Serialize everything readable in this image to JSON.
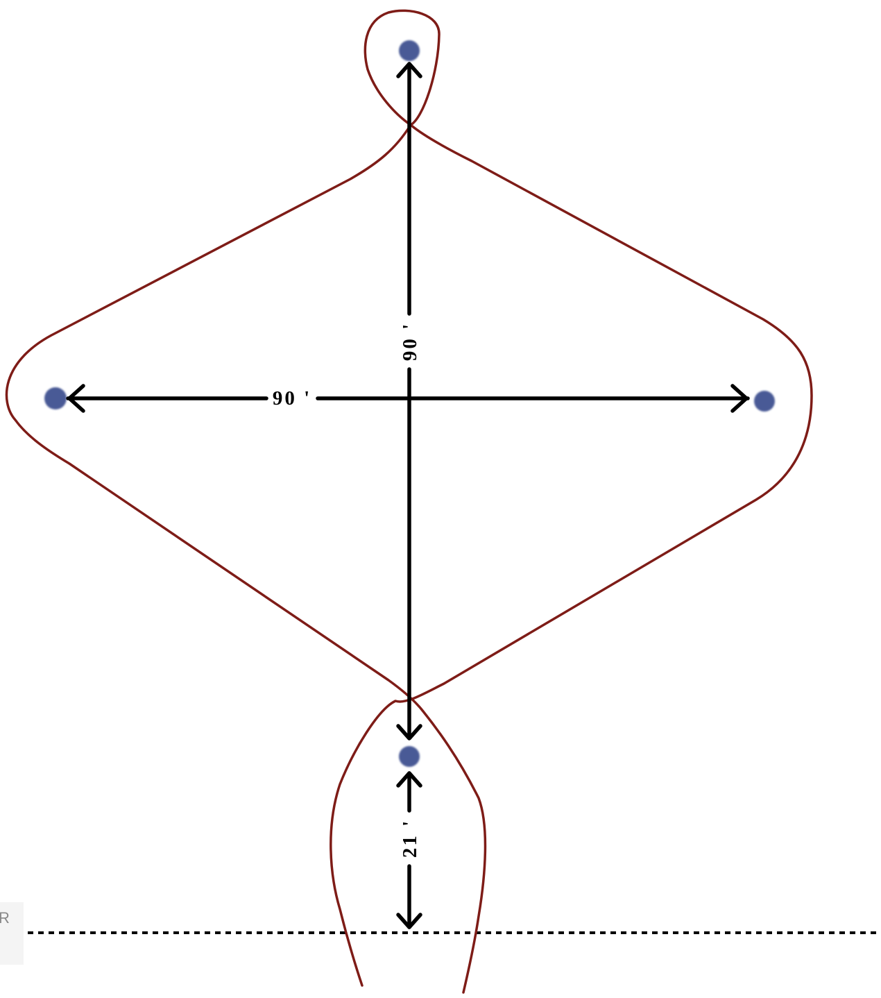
{
  "diagram": {
    "labels": {
      "horizontal_distance": "90 '",
      "vertical_distance": "90 '",
      "bottom_distance": "21 '",
      "corner_letter": "R"
    },
    "colors": {
      "outline": "#7e1c17",
      "arrow": "#000000",
      "point": "#4a5a96",
      "dotted_line": "#000000",
      "background": "#ffffff"
    }
  }
}
